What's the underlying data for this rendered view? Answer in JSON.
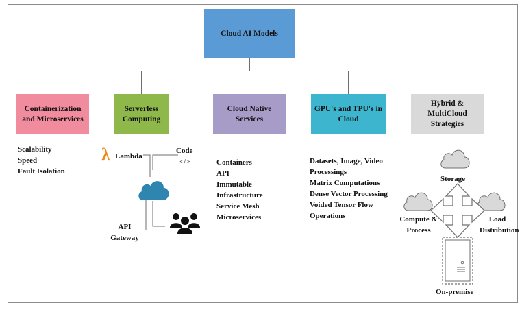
{
  "root": {
    "label": "Cloud AI Models",
    "color": "#5b9bd5"
  },
  "categories": [
    {
      "label": "Containerization and Microservices",
      "color": "#f08c9e"
    },
    {
      "label": "Serverless Computing",
      "color": "#8fb84a"
    },
    {
      "label": "Cloud Native Services",
      "color": "#a79bc8"
    },
    {
      "label": "GPU's and TPU's in Cloud",
      "color": "#3eb5cf"
    },
    {
      "label": "Hybrid & MultiCloud Strategies",
      "color": "#d9d9d9"
    }
  ],
  "containerization_items": [
    "Scalability",
    "Speed",
    "Fault Isolation"
  ],
  "serverless": {
    "lambda_symbol": "λ",
    "lambda_label": "Lambda",
    "code_label": "Code",
    "code_symbol": "</>",
    "api_gateway_label": "API Gateway"
  },
  "cloud_native_items": [
    "Containers",
    "API",
    "Immutable",
    "Infrastructure",
    "Service Mesh",
    "Microservices"
  ],
  "gpu_items": [
    "Datasets, Image, Video",
    "Processings",
    "Matrix Computations",
    "Dense Vector Processing",
    "Voided Tensor Flow",
    "Operations"
  ],
  "hybrid": {
    "storage_label": "Storage",
    "compute_label": "Compute & Process",
    "load_label": "Load Distribution",
    "onprem_label": "On-premise"
  },
  "colors": {
    "line": "#6f6f6f",
    "cloud_blue": "#2e86b0",
    "cloud_gray": "#d9d9d9",
    "lambda": "#f08a1c"
  }
}
